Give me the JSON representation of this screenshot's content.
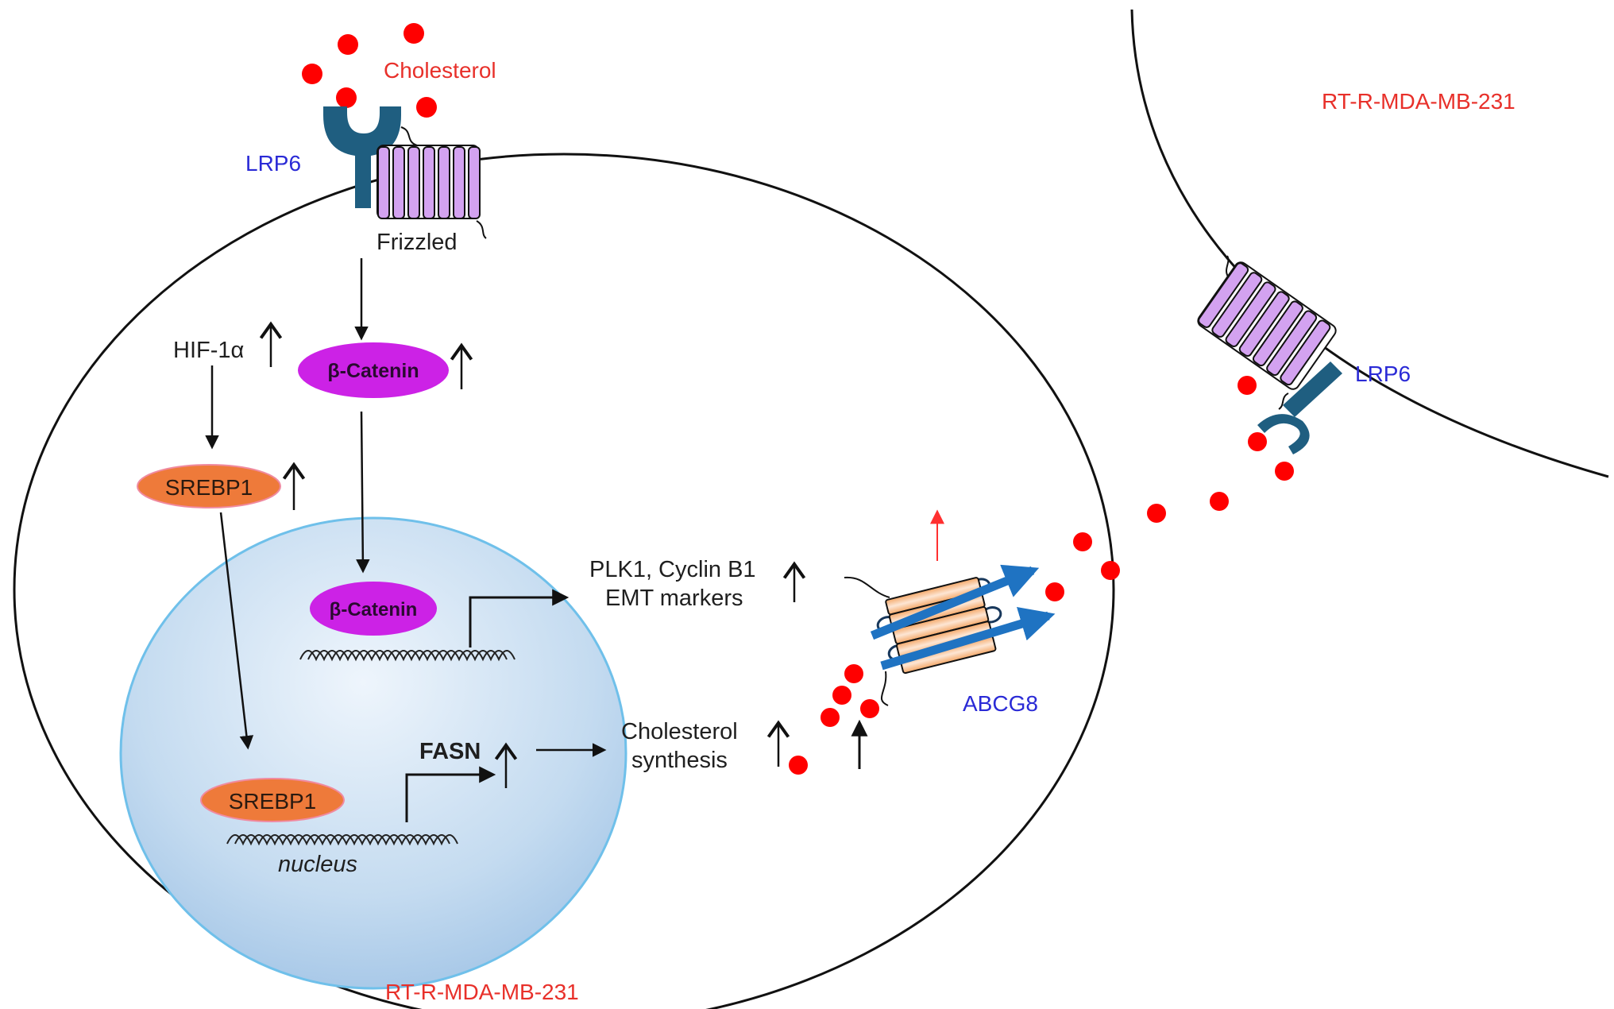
{
  "diagram": {
    "colors": {
      "cholesterol": "#ff0000",
      "label_red": "#e8302a",
      "label_blue": "#2a2ad6",
      "beta_catenin": "#cc22e6",
      "srebp1": "#ee7a3a",
      "nucleus": "#b9d4ee",
      "lrp6": "#1f5e80",
      "frizzled": "#d3a2f0",
      "abcg8": "#f3b07e",
      "efflux_arrow": "#1f73c2",
      "up_arrow_red": "#ff3030"
    },
    "labels": {
      "cholesterol": "Cholesterol",
      "lrp6_left": "LRP6",
      "frizzled": "Frizzled",
      "hif1a": "HIF-1α",
      "beta_catenin_cyto": "β-Catenin",
      "srebp1_cyto": "SREBP1",
      "beta_catenin_nuc": "β-Catenin",
      "targets_line1": "PLK1, Cyclin B1",
      "targets_line2": "EMT markers",
      "fasn": "FASN",
      "chol_synth_line1": "Cholesterol",
      "chol_synth_line2": "synthesis",
      "srebp1_nuc": "SREBP1",
      "nucleus": "nucleus",
      "abcg8": "ABCG8",
      "cell_left": "RT-R-MDA-MB-231",
      "cell_right": "RT-R-MDA-MB-231",
      "lrp6_right": "LRP6"
    },
    "regulation": {
      "hif1a": "up",
      "beta_catenin": "up",
      "srebp1": "up",
      "plk1_cyclinb1_emt": "up",
      "fasn": "up",
      "cholesterol_synthesis": "up",
      "cholesterol_efflux": "up",
      "abcg8": "up"
    },
    "pathway_edges": [
      [
        "LRP6/Frizzled",
        "β-Catenin"
      ],
      [
        "β-Catenin",
        "β-Catenin (nucleus)"
      ],
      [
        "β-Catenin (nucleus)",
        "PLK1, Cyclin B1, EMT markers"
      ],
      [
        "HIF-1α",
        "SREBP1"
      ],
      [
        "SREBP1",
        "SREBP1 (nucleus)"
      ],
      [
        "SREBP1 (nucleus)",
        "FASN"
      ],
      [
        "FASN",
        "Cholesterol synthesis"
      ],
      [
        "Cholesterol",
        "ABCG8 efflux"
      ],
      [
        "ABCG8 efflux",
        "LRP6 (neighbour cell)"
      ]
    ]
  }
}
